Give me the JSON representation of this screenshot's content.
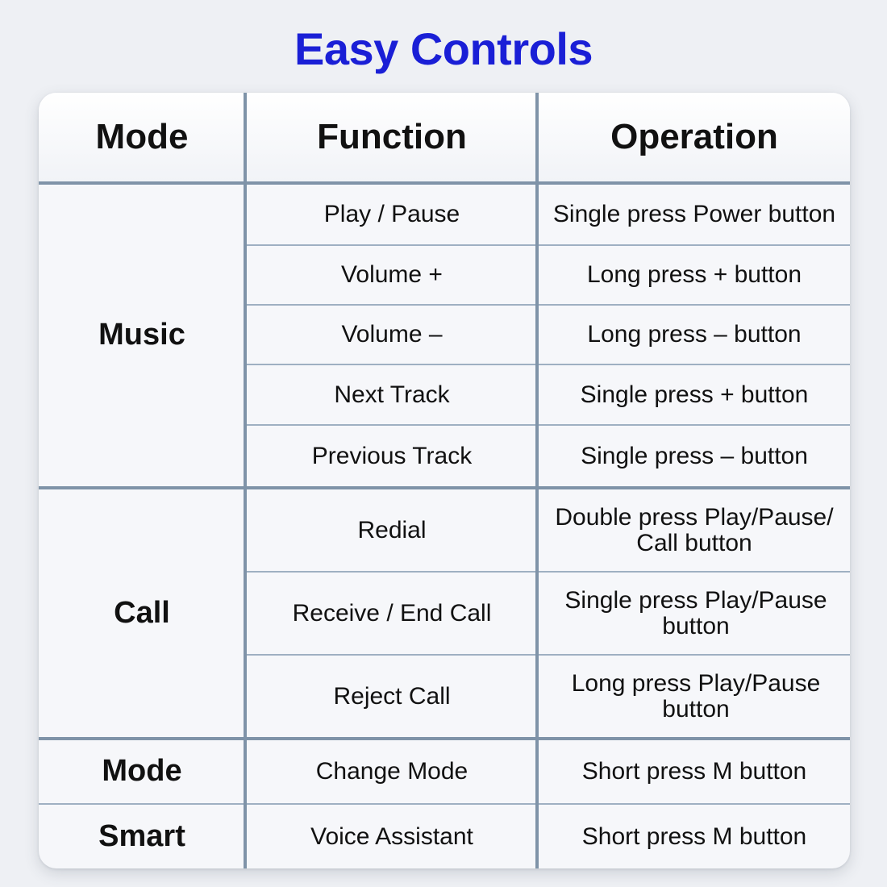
{
  "title": "Easy Controls",
  "header": {
    "mode": "Mode",
    "function": "Function",
    "operation": "Operation"
  },
  "groups": [
    {
      "mode": "Music",
      "rows": [
        {
          "function": "Play / Pause",
          "operation": "Single press Power button"
        },
        {
          "function": "Volume +",
          "operation": "Long press + button"
        },
        {
          "function": "Volume –",
          "operation": "Long press – button"
        },
        {
          "function": "Next Track",
          "operation": "Single press + button"
        },
        {
          "function": "Previous Track",
          "operation": "Single press – button"
        }
      ]
    },
    {
      "mode": "Call",
      "rows": [
        {
          "function": "Redial",
          "operation": "Double press Play/Pause/ Call button"
        },
        {
          "function": "Receive / End Call",
          "operation": "Single press Play/Pause button"
        },
        {
          "function": "Reject Call",
          "operation": "Long press Play/Pause button"
        }
      ]
    },
    {
      "mode": "Mode",
      "rows": [
        {
          "function": "Change Mode",
          "operation": "Short press M button"
        }
      ]
    },
    {
      "mode": "Smart",
      "rows": [
        {
          "function": "Voice Assistant",
          "operation": "Short press M button"
        }
      ]
    }
  ]
}
